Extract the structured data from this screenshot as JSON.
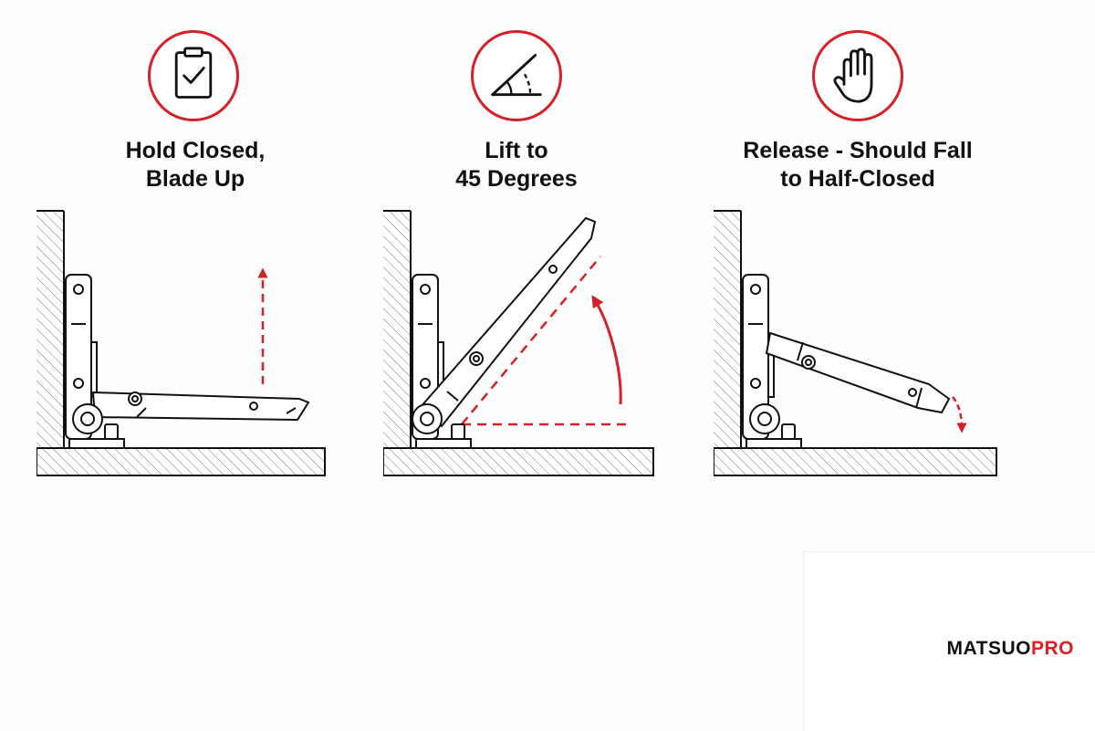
{
  "steps": [
    {
      "icon": "clipboard-check-icon",
      "title": "Hold Closed,\nBlade Up"
    },
    {
      "icon": "angle-icon",
      "title": "Lift to\n45 Degrees"
    },
    {
      "icon": "stop-hand-icon",
      "title": "Release - Should Fall\nto Half-Closed"
    }
  ],
  "brand": {
    "part1": "MATSUO",
    "part2": "PRO"
  },
  "colors": {
    "accent": "#d61f26",
    "ink": "#111111",
    "background": "#fefefe"
  }
}
